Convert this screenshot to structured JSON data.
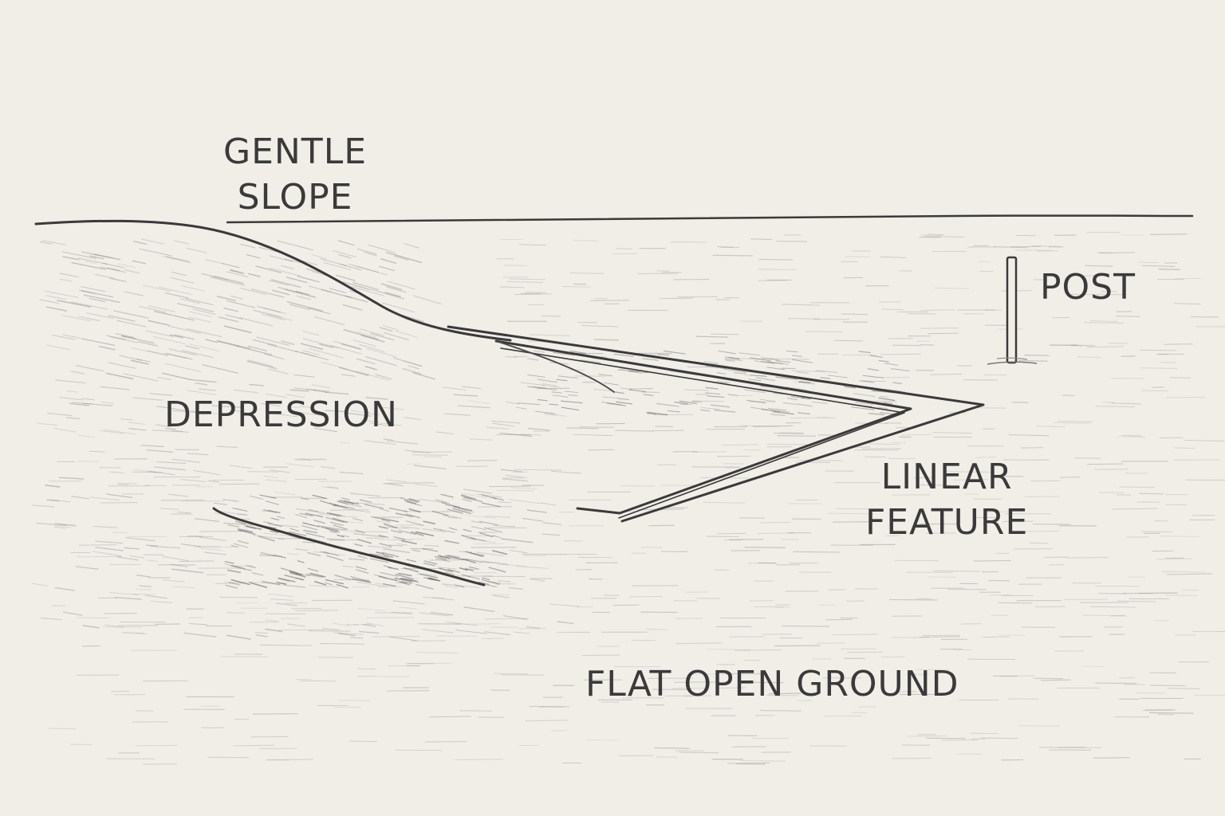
{
  "colors": {
    "paper": "#f1eee8",
    "ink": "#3a3a3a",
    "hatch": "#8c8c8c",
    "shade": "#5e5e5e"
  },
  "labels": {
    "gentle_slope": [
      "GENTLE",
      "SLOPE"
    ],
    "post": "POST",
    "depression": "DEPRESSION",
    "linear_feature": [
      "LINEAR",
      "FEATURE"
    ],
    "flat_open_ground": "FLAT OPEN GROUND"
  }
}
